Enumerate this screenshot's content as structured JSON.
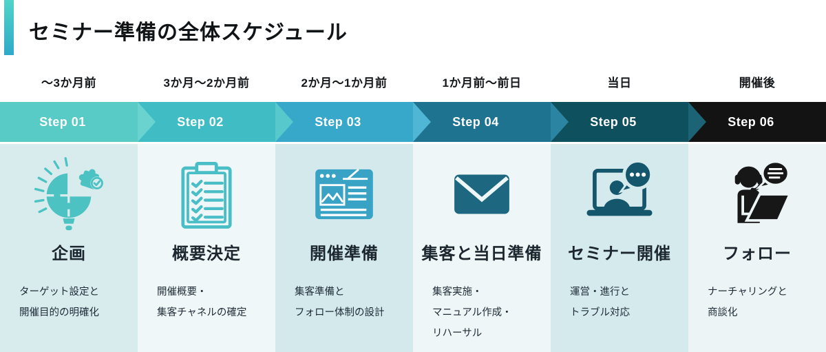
{
  "page": {
    "title": "セミナー準備の全体スケジュール"
  },
  "colors": {
    "accent_bar_gradient_top": "#52d3c8",
    "accent_bar_gradient_bottom": "#2fa9c8",
    "title_text": "#111416",
    "step_label_text": "#ffffff",
    "heading_text": "#1c262e",
    "description_text": "#1e2b36"
  },
  "steps": [
    {
      "timeframe": "〜3か月前",
      "step_label": "Step 01",
      "arrow_color": "#58cbc6",
      "chevron_color": "#6ad3d0",
      "column_bg": "#d8ecee",
      "icon": "idea-puzzle-icon",
      "icon_color": "#4cc3c2",
      "title": "企画",
      "description_lines": [
        "ターゲット設定と",
        "開催目的の明確化"
      ]
    },
    {
      "timeframe": "3か月〜2か月前",
      "step_label": "Step 02",
      "arrow_color": "#40bcc4",
      "chevron_color": "#57c8cc",
      "column_bg": "#f0f7f8",
      "icon": "clipboard-checklist-icon",
      "icon_color": "#49bec6",
      "title": "概要決定",
      "description_lines": [
        "開催概要・",
        "集客チャネルの確定"
      ]
    },
    {
      "timeframe": "2か月〜1か月前",
      "step_label": "Step 03",
      "arrow_color": "#37a8c9",
      "chevron_color": "#4fb6d5",
      "column_bg": "#d3e9ec",
      "icon": "webpage-icon",
      "icon_color": "#39a3c5",
      "title": "開催準備",
      "description_lines": [
        "集客準備と",
        "フォロー体制の設計"
      ]
    },
    {
      "timeframe": "1か月前〜前日",
      "step_label": "Step 04",
      "arrow_color": "#1d7390",
      "chevron_color": "#2b84a1",
      "column_bg": "#eef6f7",
      "icon": "envelope-icon",
      "icon_color": "#1d6880",
      "title": "集客と当日準備",
      "description_lines": [
        "集客実施・",
        "マニュアル作成・",
        "リハーサル"
      ]
    },
    {
      "timeframe": "当日",
      "step_label": "Step 05",
      "arrow_color": "#0f505f",
      "chevron_color": "#1b6375",
      "column_bg": "#d5eaed",
      "icon": "webinar-laptop-icon",
      "icon_color": "#14566b",
      "title": "セミナー開催",
      "description_lines": [
        "運営・進行と",
        "トラブル対応"
      ]
    },
    {
      "timeframe": "開催後",
      "step_label": "Step 06",
      "arrow_color": "#131313",
      "chevron_color": "#131313",
      "column_bg": "#edf4f6",
      "icon": "support-agent-icon",
      "icon_color": "#171717",
      "title": "フォロー",
      "description_lines": [
        "ナーチャリングと",
        "商談化"
      ]
    }
  ]
}
